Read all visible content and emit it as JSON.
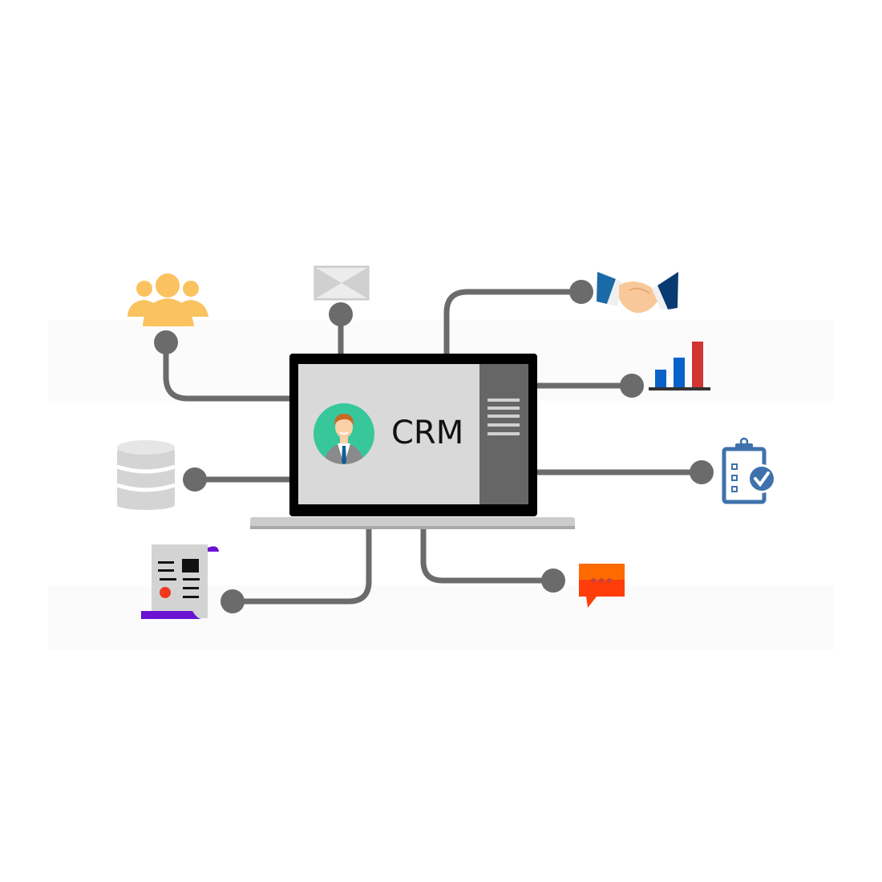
{
  "diagram": {
    "title": "CRM",
    "center": {
      "label": "CRM",
      "kind": "laptop",
      "screen_color": "#d9d9d9",
      "frame_color": "#000000",
      "sidebar_color": "#666666"
    },
    "connector_color": "#6b6b6b",
    "nodes": [
      {
        "id": "contacts",
        "icon": "users-group-icon",
        "color": "#fbc260",
        "position": "top-left"
      },
      {
        "id": "email",
        "icon": "envelope-icon",
        "color": "#cfcfcf",
        "position": "top"
      },
      {
        "id": "partnership",
        "icon": "handshake-icon",
        "color": "#1f5e99",
        "position": "top-right"
      },
      {
        "id": "analytics",
        "icon": "bar-chart-icon",
        "colors": [
          "#0a62c9",
          "#0a62c9",
          "#d23333"
        ],
        "position": "right-upper"
      },
      {
        "id": "tasks",
        "icon": "clipboard-check-icon",
        "color": "#3f72ad",
        "position": "right"
      },
      {
        "id": "chat",
        "icon": "chat-bubble-icon",
        "color": "#ff5a1f",
        "position": "bottom-right"
      },
      {
        "id": "documents",
        "icon": "document-scroll-icon",
        "color": "#6a14d2",
        "position": "bottom-left"
      },
      {
        "id": "database",
        "icon": "database-icon",
        "color": "#d4d4d4",
        "position": "left"
      }
    ]
  }
}
